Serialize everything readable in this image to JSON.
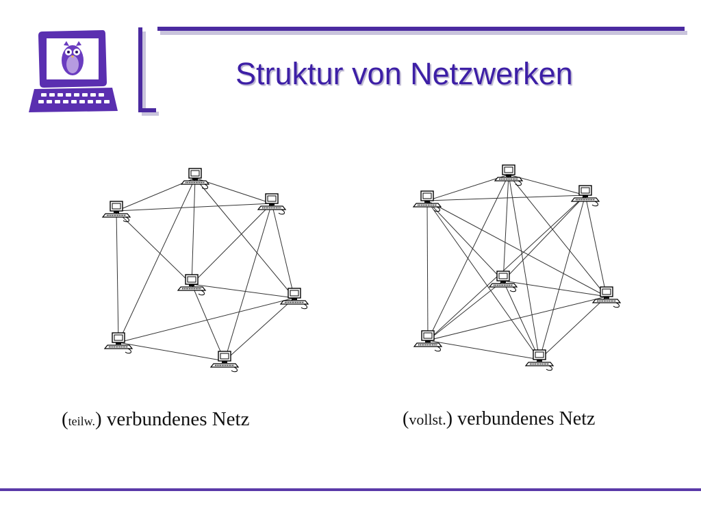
{
  "slide": {
    "title": "Struktur von Netzwerken"
  },
  "captions": {
    "left": {
      "open": "(",
      "abbr": "teilw.",
      "close": ")",
      "rest": " verbundenes Netz"
    },
    "right": {
      "open": "(",
      "abbr": "vollst.",
      "close": ")",
      "rest": " verbundenes Netz"
    }
  },
  "colors": {
    "accent": "#5a3aa8",
    "title": "#3d1fa6"
  },
  "icons": [
    "owl-computer-logo",
    "computer-icon"
  ]
}
